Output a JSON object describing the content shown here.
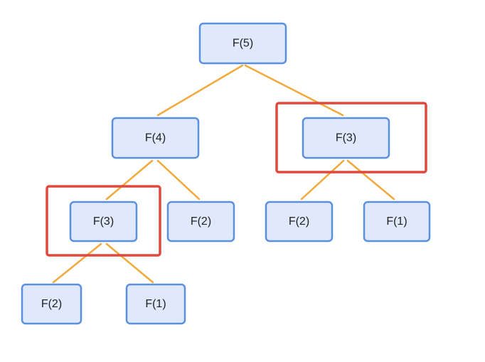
{
  "nodes": {
    "root": {
      "label": "F(5)"
    },
    "f4": {
      "label": "F(4)"
    },
    "f3_right": {
      "label": "F(3)"
    },
    "f3_left": {
      "label": "F(3)"
    },
    "f2_mid": {
      "label": "F(2)"
    },
    "f2_right": {
      "label": "F(2)"
    },
    "f1_right": {
      "label": "F(1)"
    },
    "f2_bottom": {
      "label": "F(2)"
    },
    "f1_bottom": {
      "label": "F(1)"
    }
  },
  "colors": {
    "node_fill": "#dfe9fb",
    "node_border": "#5b8fe0",
    "edge": "#f0a93a",
    "highlight": "#e0483e"
  }
}
